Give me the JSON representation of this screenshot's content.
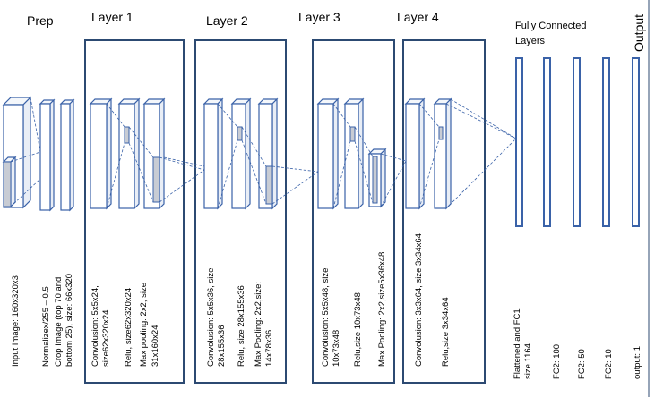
{
  "headers": {
    "prep": "Prep",
    "layer1": "Layer 1",
    "layer2": "Layer 2",
    "layer3": "Layer 3",
    "layer4": "Layer 4",
    "fc_line1": "Fully Connected",
    "fc_line2": "Layers",
    "output": "Output"
  },
  "labels": {
    "input": "Input Image: 160x320x3",
    "normalize": "Normalizex/255 – 0.5",
    "crop1": "Crop Image (top 70 and",
    "crop2": "bottom 25), size: 66x320",
    "l1_conv1": "Convolusion: 5x5x24,",
    "l1_conv2": "size62x320x24",
    "l1_relu": "Relu, size62x320x24",
    "l1_pool1": "Max pooling: 2x2, size",
    "l1_pool2": "31x160x24",
    "l2_conv1": "Convolusion: 5x5x36, size",
    "l2_conv2": "28x155x36",
    "l2_relu": "Relu, size 28x155x36",
    "l2_pool1": "Max Pooling: 2x2,size:",
    "l2_pool2": "14x78x36",
    "l3_conv1": "Convolusion: 5x5x48, size",
    "l3_conv2": "10x73x48",
    "l3_relu": "Relu,size 10x73x48",
    "l3_pool": "Max Pooling: 2x2,size5x36x48",
    "l4_conv": "Convolusion: 3x3x64, size 3x34x64",
    "l4_relu": "Relu,size 3x34x64",
    "flat1": "Flattened and FC1",
    "flat2": "size 1164",
    "fc2a": "FC2: 100",
    "fc2b": "FC2: 50",
    "fc2c": "FC2: 10",
    "out": "output: 1"
  },
  "colors": {
    "block_stroke": "#2c4a72",
    "slab_stroke": "#3a62a8",
    "kernel_fill": "#c8ccd4"
  }
}
